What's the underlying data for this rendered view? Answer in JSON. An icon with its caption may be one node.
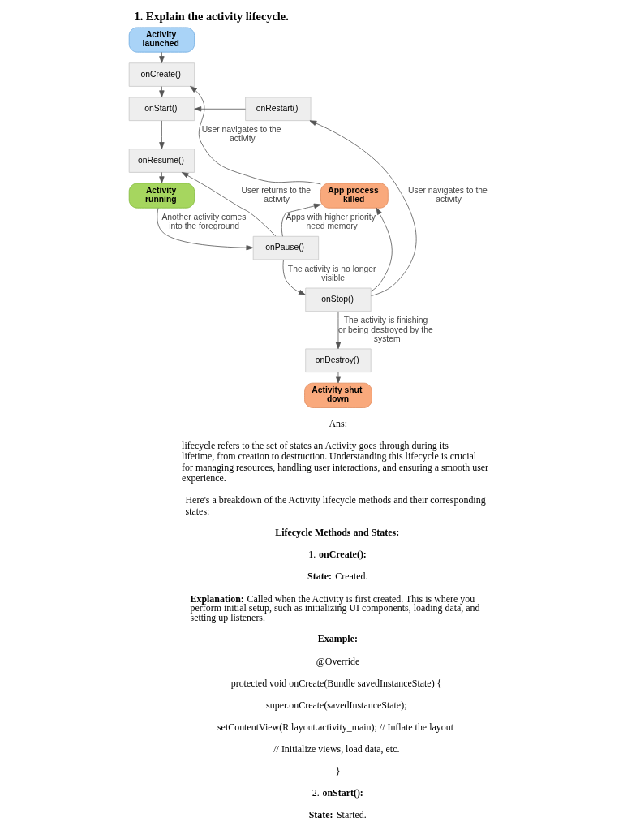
{
  "diagram": {
    "title": "1. Explain the activity lifecycle.",
    "nodes": [
      {
        "text": [
          "Activity launched"
        ]
      },
      {
        "text": [
          "onCreate()"
        ]
      },
      {
        "text": [
          "onStart()"
        ]
      },
      {
        "text": [
          "onRestart()"
        ]
      },
      {
        "text": [
          "onResume()"
        ]
      },
      {
        "text": [
          "App process killed"
        ]
      },
      {
        "text": [
          "Activity running"
        ]
      },
      {
        "text": [
          "onPause()"
        ]
      },
      {
        "text": [
          "onStop()"
        ]
      },
      {
        "text": [
          "onDestroy()"
        ]
      },
      {
        "text": [
          "Activity shut down"
        ]
      }
    ],
    "edges": [
      {
        "from": 0,
        "to": 1,
        "arrow": "to"
      },
      {
        "from": 1,
        "to": 2,
        "arrow": "to"
      },
      {
        "from": 2,
        "to": 4,
        "arrow": "to"
      },
      {
        "from": 3,
        "to": 2,
        "arrow": "to"
      },
      {
        "from": 4,
        "to": 6,
        "arrow": "to"
      },
      {
        "from": 6,
        "to": 7,
        "arrow": "to",
        "label": "Another activity comes into the foreground"
      },
      {
        "from": 7,
        "to": 4,
        "arrow": "to",
        "label": "User returns to the activity"
      },
      {
        "from": 7,
        "to": 8,
        "arrow": "to",
        "label": "The activity is no longer visible"
      },
      {
        "from": 8,
        "to": 3,
        "arrow": "to",
        "label": "User navigates to the activity"
      },
      {
        "from": 7,
        "to": 5,
        "arrow": "to",
        "label": "Apps with higher priority need memory"
      },
      {
        "from": 8,
        "to": 5,
        "arrow": "to"
      },
      {
        "from": 5,
        "to": 1,
        "arrow": "to",
        "label": "User navigates to the activity"
      },
      {
        "from": 8,
        "to": 9,
        "arrow": "to",
        "label": "The activity is finishing or being destroyed by the system"
      },
      {
        "from": 9,
        "to": 10,
        "arrow": "to"
      }
    ],
    "labels": [
      "Ans:",
      "lifecycle refers to the set of states an Activity goes through during its lifetime, from creation to destruction. Understanding this lifecycle is crucial for managing resources, handling user interactions, and ensuring a smooth user experience.",
      "Here's a breakdown of the Activity lifecycle methods and their corresponding states:",
      "**Lifecycle Methods and States:**",
      "1. **onCreate():**",
      "**State:** Created.",
      "**Explanation:** Called when the Activity is first created. This is where you perform initial setup, such as initializing UI components, loading data, and setting up listeners.",
      "**Example:**",
      "@Override",
      "protected void onCreate(Bundle savedInstanceState) {",
      "super.onCreate(savedInstanceState);",
      "setContentView(R.layout.activity_main); // Inflate the layout",
      "// Initialize views, load data, etc.",
      "}",
      "2. **onStart():**",
      "**State:** Started."
    ]
  }
}
